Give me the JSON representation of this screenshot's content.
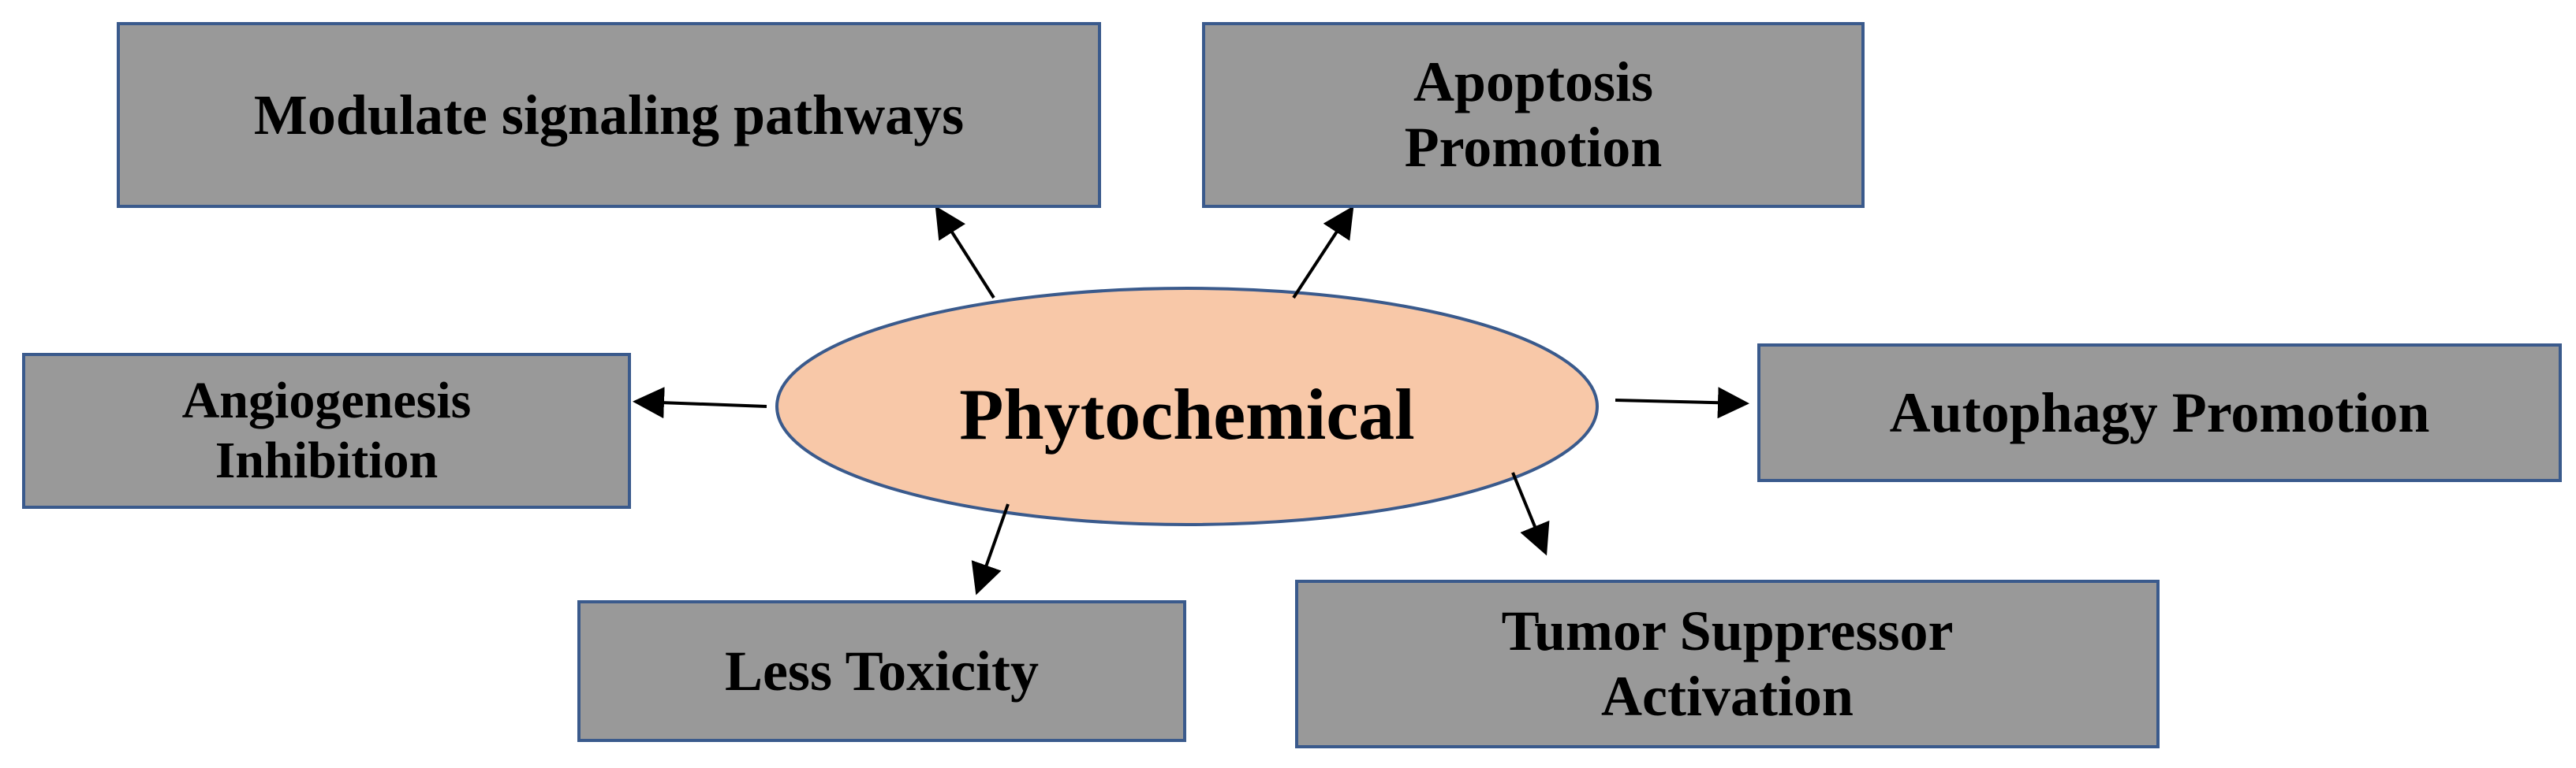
{
  "center": {
    "label": "Phytochemical",
    "fill": "#f8c8a8",
    "stroke": "#3a5a8c"
  },
  "boxes": {
    "modulate": {
      "lines": [
        "Modulate signaling pathways"
      ]
    },
    "apoptosis": {
      "lines": [
        "Apoptosis",
        "Promotion"
      ]
    },
    "angiogenesis": {
      "lines": [
        "Angiogenesis",
        "Inhibition"
      ]
    },
    "autophagy": {
      "lines": [
        "Autophagy Promotion"
      ]
    },
    "less_toxicity": {
      "lines": [
        "Less Toxicity"
      ]
    },
    "tumor": {
      "lines": [
        "Tumor Suppressor",
        "Activation"
      ]
    }
  },
  "colors": {
    "box_fill": "#999999",
    "box_border": "#3a5a8c",
    "arrow": "#000000"
  }
}
